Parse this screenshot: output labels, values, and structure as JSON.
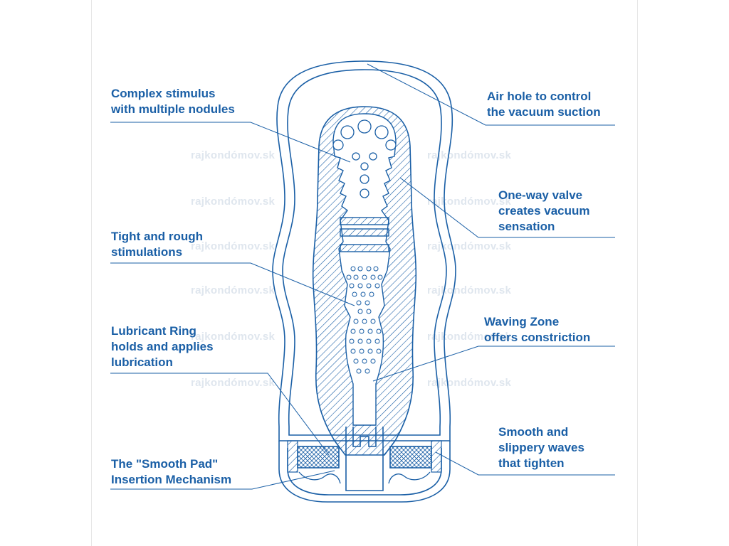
{
  "labels": {
    "complex_stimulus": "Complex stimulus\nwith multiple nodules",
    "tight_rough": "Tight and rough\nstimulations",
    "lubricant_ring": "Lubricant Ring\nholds and applies\nlubrication",
    "smooth_pad": "The \"Smooth Pad\"\nInsertion Mechanism",
    "air_hole": "Air hole to control\nthe vacuum suction",
    "one_way_valve": "One-way valve\ncreates vacuum\nsensation",
    "waving_zone": "Waving Zone\noffers constriction",
    "smooth_waves": "Smooth and\nslippery waves\nthat tighten"
  },
  "watermark": "rajkondómov.sk",
  "colors": {
    "line": "#1a5fa6",
    "text": "#1a5fa6",
    "watermark": "#dfe6ee"
  }
}
